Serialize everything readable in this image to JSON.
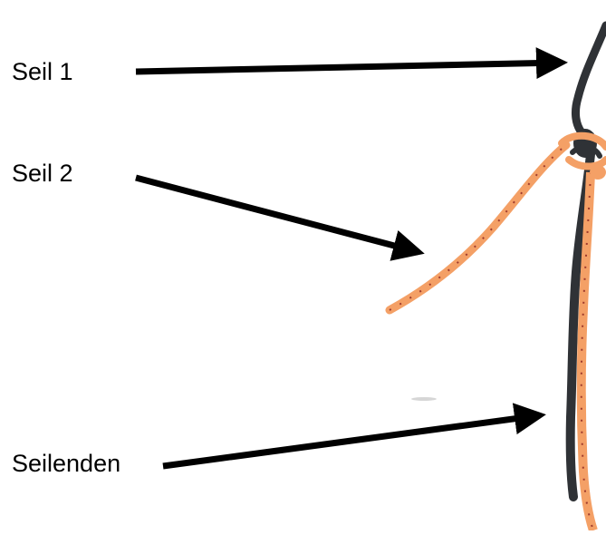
{
  "labels": {
    "rope_1": "Seil 1",
    "rope_2": "Seil 2",
    "rope_ends": "Seilenden"
  },
  "colors": {
    "rope_1": "#2f3236",
    "rope_2": "#f4a066",
    "rope_2_fleck": "#9e3a2c",
    "arrow": "#000000",
    "background": "#ffffff"
  }
}
